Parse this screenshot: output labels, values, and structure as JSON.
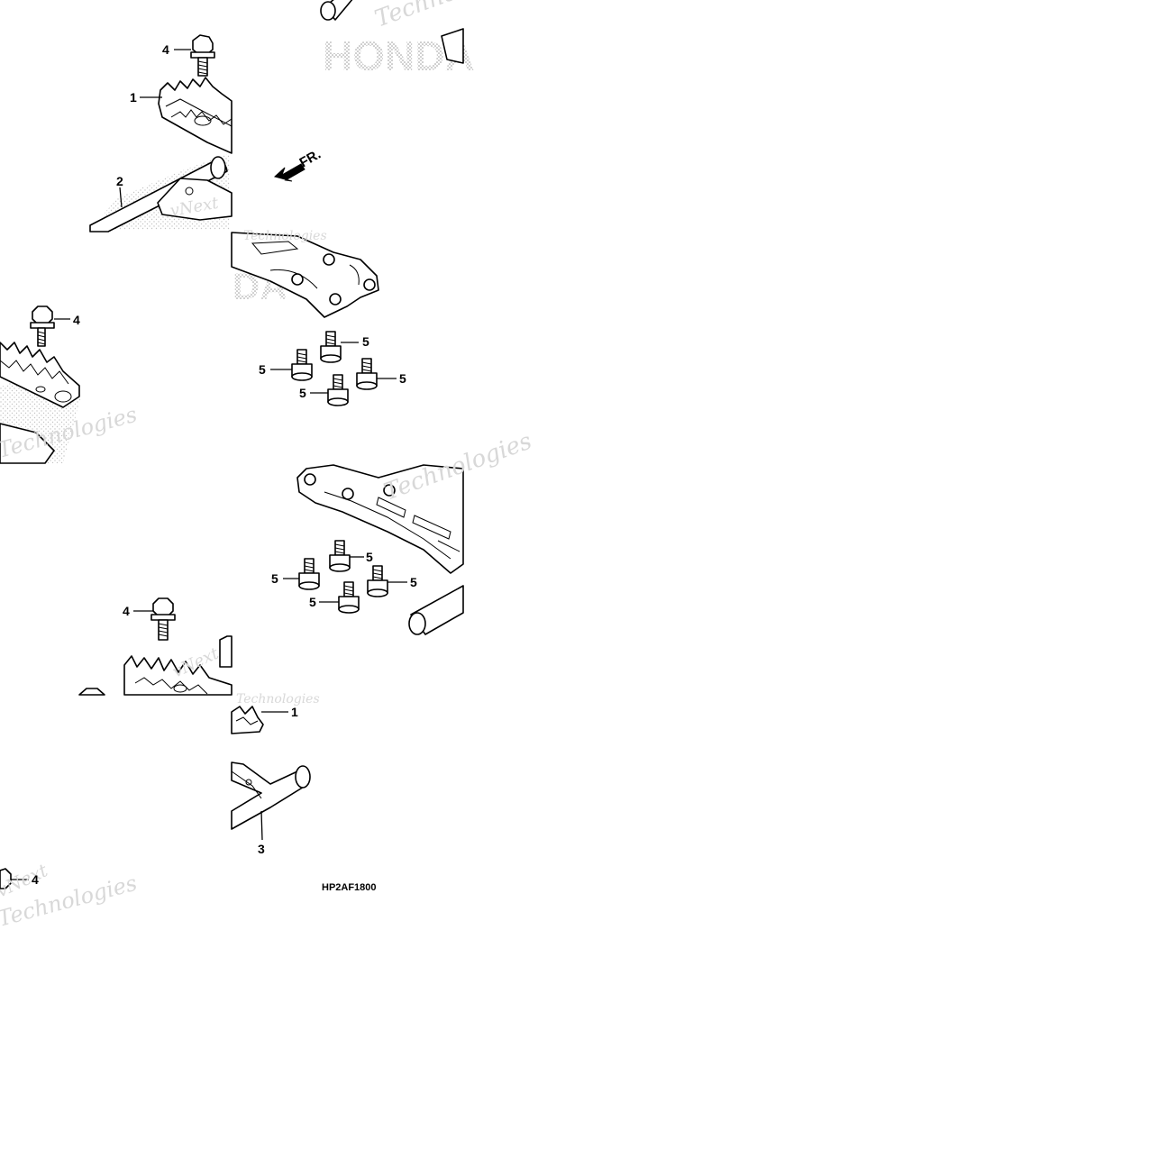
{
  "diagram": {
    "code": "HP2AF1800",
    "direction_label": "FR.",
    "watermark_text": "Technologies",
    "watermark_text_2": "vNext",
    "brand_text": "HONDA",
    "colors": {
      "ink": "#000000",
      "background": "#ffffff",
      "watermark": "#d8d8d8"
    }
  },
  "callouts": [
    {
      "id": "c1",
      "label": "4"
    },
    {
      "id": "c2",
      "label": "1"
    },
    {
      "id": "c3",
      "label": "2"
    },
    {
      "id": "c4",
      "label": "4"
    },
    {
      "id": "c5",
      "label": "5"
    },
    {
      "id": "c6",
      "label": "5"
    },
    {
      "id": "c7",
      "label": "5"
    },
    {
      "id": "c8",
      "label": "5"
    },
    {
      "id": "c9",
      "label": "5"
    },
    {
      "id": "c10",
      "label": "5"
    },
    {
      "id": "c11",
      "label": "5"
    },
    {
      "id": "c12",
      "label": "5"
    },
    {
      "id": "c13",
      "label": "4"
    },
    {
      "id": "c14",
      "label": "1"
    },
    {
      "id": "c15",
      "label": "3"
    },
    {
      "id": "c16",
      "label": "4"
    }
  ]
}
